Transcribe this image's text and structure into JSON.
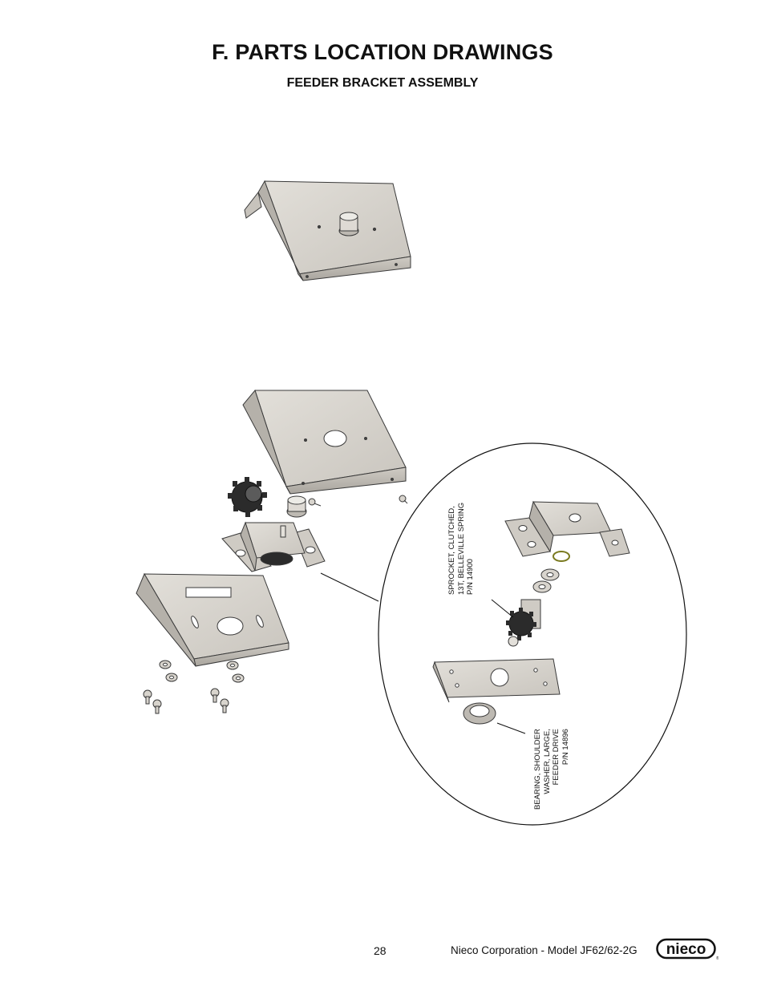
{
  "header": {
    "title": "F. PARTS LOCATION DRAWINGS",
    "subtitle": "FEEDER BRACKET ASSEMBLY"
  },
  "callouts": {
    "sprocket": {
      "lines": [
        "SPROCKET, CLUTCHED,",
        "13T, BELLEVILLE SPRING",
        "P/N 14900"
      ]
    },
    "bearing": {
      "lines": [
        "BEARING, SHOULDER",
        "WASHER, LARGE,",
        "FEEDER DRIVE",
        "P/N 14896"
      ]
    }
  },
  "footer": {
    "page_number": "28",
    "company_model": "Nieco Corporation - Model JF62/62-2G",
    "logo_text": "nieco"
  },
  "colors": {
    "metal_light": "#d9d6d0",
    "metal_mid": "#bdb9b2",
    "metal_dark": "#8f8b85",
    "outline": "#3a3a3a",
    "sprocket": "#2b2b2b"
  }
}
